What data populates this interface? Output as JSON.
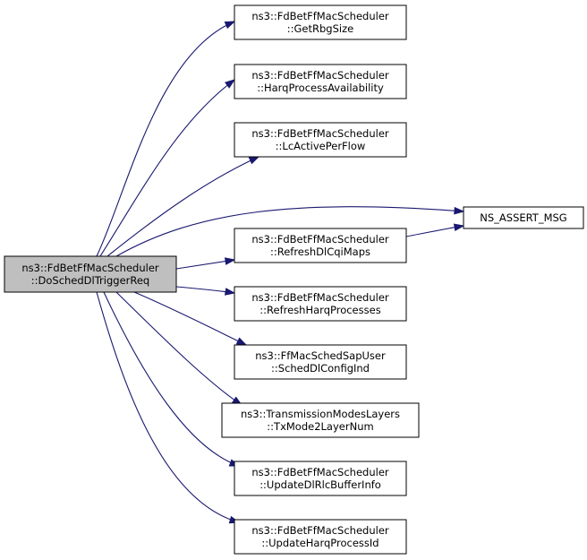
{
  "graph": {
    "root": {
      "id": "root",
      "lines": [
        "ns3::FdBetFfMacScheduler",
        "::DoSchedDlTriggerReq"
      ]
    },
    "nodes": [
      {
        "id": "n1",
        "lines": [
          "ns3::FdBetFfMacScheduler",
          "::GetRbgSize"
        ]
      },
      {
        "id": "n2",
        "lines": [
          "ns3::FdBetFfMacScheduler",
          "::HarqProcessAvailability"
        ]
      },
      {
        "id": "n3",
        "lines": [
          "ns3::FdBetFfMacScheduler",
          "::LcActivePerFlow"
        ]
      },
      {
        "id": "n4",
        "lines": [
          "NS_ASSERT_MSG"
        ]
      },
      {
        "id": "n5",
        "lines": [
          "ns3::FdBetFfMacScheduler",
          "::RefreshDlCqiMaps"
        ]
      },
      {
        "id": "n6",
        "lines": [
          "ns3::FdBetFfMacScheduler",
          "::RefreshHarqProcesses"
        ]
      },
      {
        "id": "n7",
        "lines": [
          "ns3::FfMacSchedSapUser",
          "::SchedDlConfigInd"
        ]
      },
      {
        "id": "n8",
        "lines": [
          "ns3::TransmissionModesLayers",
          "::TxMode2LayerNum"
        ]
      },
      {
        "id": "n9",
        "lines": [
          "ns3::FdBetFfMacScheduler",
          "::UpdateDlRlcBufferInfo"
        ]
      },
      {
        "id": "n10",
        "lines": [
          "ns3::FdBetFfMacScheduler",
          "::UpdateHarqProcessId"
        ]
      }
    ],
    "edges": [
      {
        "from": "root",
        "to": "n1"
      },
      {
        "from": "root",
        "to": "n2"
      },
      {
        "from": "root",
        "to": "n3"
      },
      {
        "from": "root",
        "to": "n4"
      },
      {
        "from": "root",
        "to": "n5"
      },
      {
        "from": "n5",
        "to": "n4"
      },
      {
        "from": "root",
        "to": "n6"
      },
      {
        "from": "root",
        "to": "n7"
      },
      {
        "from": "root",
        "to": "n8"
      },
      {
        "from": "root",
        "to": "n9"
      },
      {
        "from": "root",
        "to": "n10"
      }
    ]
  },
  "colors": {
    "edge": "#191970",
    "root_fill": "#bfbfbf",
    "node_fill": "#ffffff",
    "border": "#000000"
  }
}
